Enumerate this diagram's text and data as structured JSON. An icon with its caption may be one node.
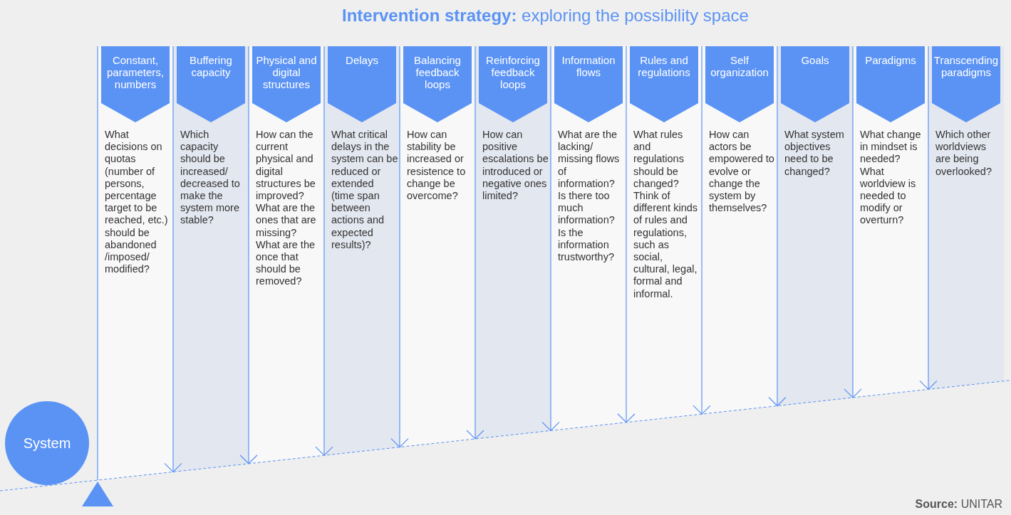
{
  "diagram": {
    "title": "**Intervention strategy:** exploring the possibility space",
    "nodes": [
      {
        "text": [
          "What decisions on quotas (number of persons, percentage target to be reached, etc.) should be abandoned /imposed/ modified?"
        ]
      },
      {
        "text": [
          "Constant, parameters, numbers"
        ],
        "in": 0
      },
      {
        "text": [
          "Which capacity should be increased/ decreased to make the system more stable?"
        ]
      },
      {
        "text": [
          "Buffering capacity"
        ],
        "in": 2
      },
      {
        "text": [
          "How can the current physical and digital structures be improved? What are the ones that are missing? What are the once that should be removed?"
        ]
      },
      {
        "text": [
          "Physical and digital structures"
        ],
        "in": 4
      },
      {
        "text": [
          "What critical delays in the system can be reduced or extended (time span between actions and expected results)?"
        ]
      },
      {
        "text": [
          "Delays"
        ],
        "in": 6
      },
      {
        "text": [
          "How can stability be increased or resistence to change be overcome?"
        ]
      },
      {
        "text": [
          "Balancing feedback loops"
        ],
        "in": 8
      },
      {
        "text": [
          "How can positive escalations be introduced or negative ones limited?"
        ]
      },
      {
        "text": [
          "Reinforcing feedback loops"
        ],
        "in": 10
      },
      {
        "text": [
          "What are the lacking/ missing flows of information? Is there too much information? Is the information trustworthy?"
        ]
      },
      {
        "text": [
          "Information flows"
        ],
        "in": 12
      },
      {
        "text": [
          "What rules and regulations should be changed? Think of different kinds of rules and regulations, such as social, cultural, legal, formal and informal."
        ]
      },
      {
        "text": [
          "Rules and regulations"
        ],
        "in": 14
      },
      {
        "text": [
          "How can actors be empowered to evolve or change the system by themselves?"
        ]
      },
      {
        "text": [
          "Self organization"
        ],
        "in": 16
      },
      {
        "text": [
          "What system objectives need to be changed?"
        ]
      },
      {
        "text": [
          "Goals"
        ],
        "in": 18
      },
      {
        "text": [
          "What change in mindset is needed? What worldview is needed to modify or overturn?"
        ]
      },
      {
        "text": [
          "Paradigms"
        ],
        "in": 20
      },
      {
        "text": [
          "Which other worldviews are being overlooked?"
        ]
      },
      {
        "text": [
          "Transcending paradigms"
        ],
        "in": 22
      },
      {
        "text": [
          "System"
        ]
      }
    ],
    "labels": [
      "**Source:** UNITAR"
    ]
  }
}
